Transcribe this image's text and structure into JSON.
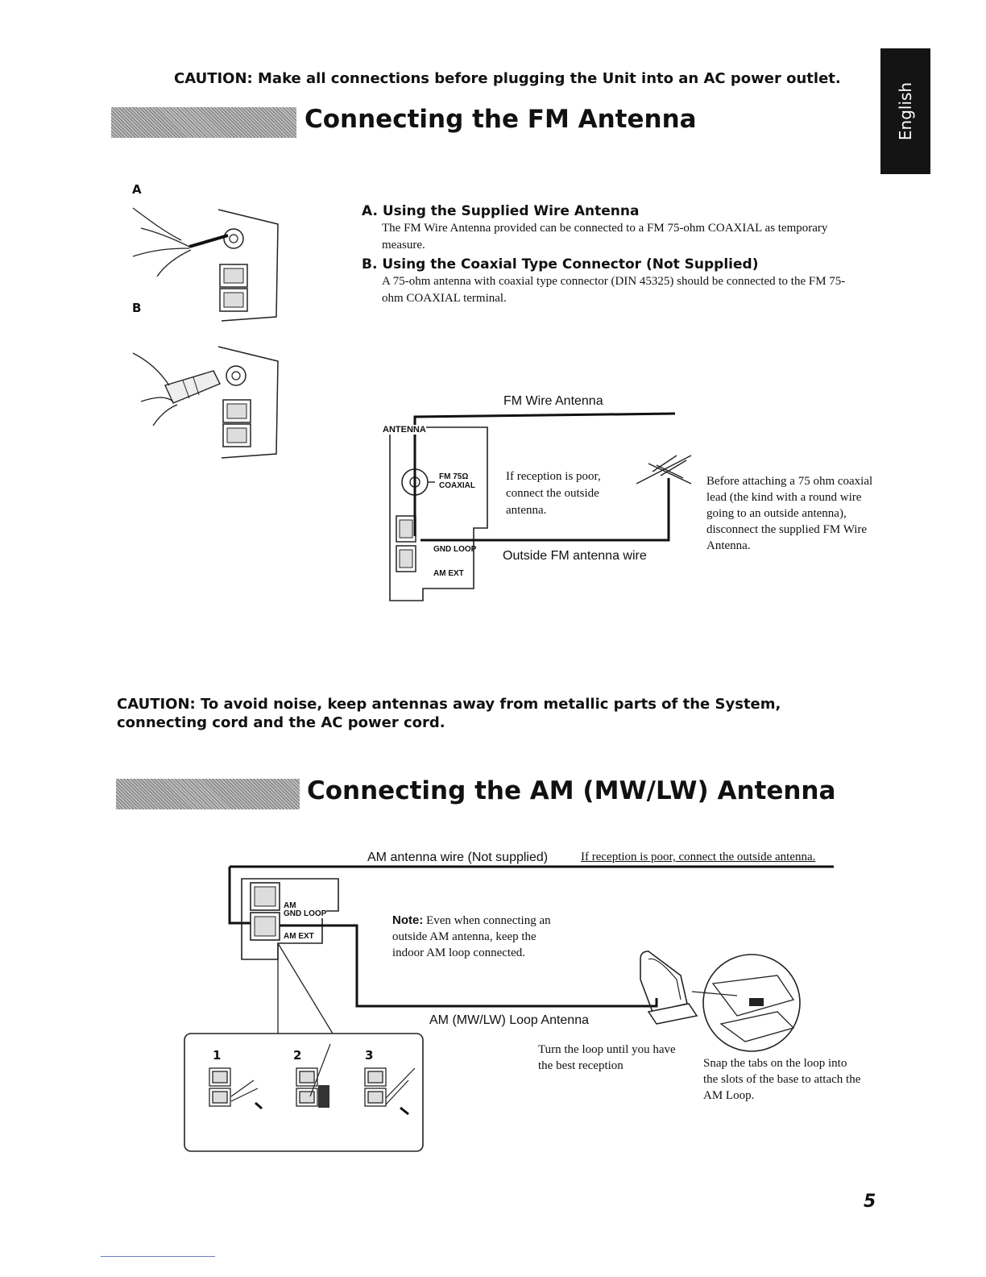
{
  "language_tab": "English",
  "caution_top": "CAUTION: Make all connections before plugging the Unit into an AC power outlet.",
  "fm": {
    "title": "Connecting the FM Antenna",
    "fig_a": "A",
    "fig_b": "B",
    "a_heading": "A. Using the Supplied Wire Antenna",
    "a_text": "The FM Wire Antenna provided can be connected to a FM 75-ohm COAXIAL as temporary measure.",
    "b_heading": "B. Using the Coaxial Type Connector (Not Supplied)",
    "b_text": "A 75-ohm antenna with coaxial type connector (DIN 45325) should be connected to the FM 75-ohm COAXIAL terminal.",
    "wire_label": "FM Wire Antenna",
    "panel_antenna": "ANTENNA",
    "panel_fm": "FM 75Ω",
    "panel_coaxial": "COAXIAL",
    "panel_gnd_loop": "GND LOOP",
    "panel_am_ext": "AM EXT",
    "reception_note": "If reception is poor, connect the outside antenna.",
    "outside_wire_label": "Outside FM antenna wire",
    "coax_note": "Before attaching a 75 ohm coaxial lead (the kind with a round wire going to an outside antenna), disconnect the supplied FM Wire Antenna."
  },
  "caution_mid": "CAUTION: To avoid noise, keep antennas away from metallic parts of the System, connecting cord and the AC power cord.",
  "am": {
    "title": "Connecting the AM (MW/LW) Antenna",
    "wire_label": "AM antenna wire (Not supplied)",
    "reception_note": "If reception is poor, connect the outside antenna.",
    "panel_am": "AM",
    "panel_gnd_loop": "GND LOOP",
    "panel_am_ext": "AM EXT",
    "note_label": "Note:",
    "note_text": "Even when connecting an outside AM antenna, keep the indoor AM loop connected.",
    "loop_label": "AM (MW/LW) Loop Antenna",
    "turn_note": "Turn the loop until you have the best reception",
    "snap_note": "Snap the tabs on the loop into the slots of the base to attach the AM Loop.",
    "steps": [
      "1",
      "2",
      "3"
    ]
  },
  "page_number": "5"
}
